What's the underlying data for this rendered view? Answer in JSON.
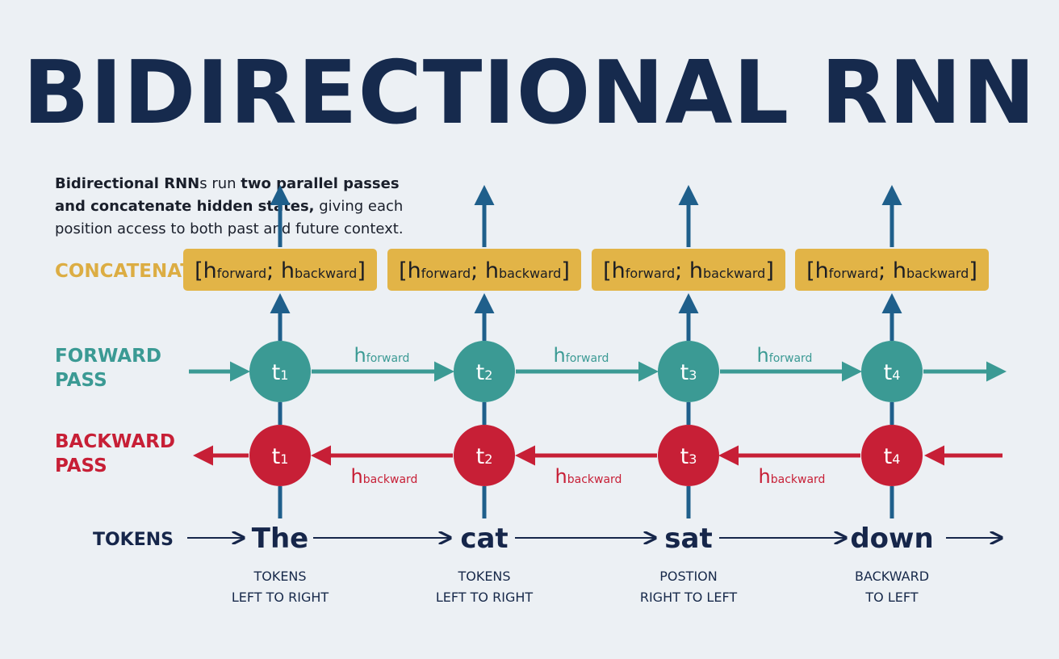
{
  "title": "BIDIRECTIONAL RNN",
  "intro": {
    "bold1": "Bidirectional RNN",
    "text1": "s run ",
    "bold2": "two parallel passes",
    "bold3": "and concatenate hidden states,",
    "text2": " giving each",
    "text3": "position access to both past and future context."
  },
  "labels": {
    "concatenation": "CONCATENATION",
    "forward_line1": "FORWARD",
    "forward_line2": "PASS",
    "backward_line1": "BACKWARD",
    "backward_line2": "PASS",
    "tokens": "TOKENS"
  },
  "concat": {
    "open": "[h",
    "forward_sub": "forward",
    "sep": "; h",
    "backward_sub": "backward",
    "close": "]"
  },
  "forward_state": {
    "base": "h",
    "sub": "forward"
  },
  "backward_state": {
    "base": "h",
    "sub": "backward"
  },
  "timesteps": [
    {
      "base": "t",
      "sub": "1"
    },
    {
      "base": "t",
      "sub": "2"
    },
    {
      "base": "t",
      "sub": "3"
    },
    {
      "base": "t",
      "sub": "4"
    }
  ],
  "tokens": [
    "The",
    "cat",
    "sat",
    "down"
  ],
  "captions": [
    [
      "TOKENS",
      "LEFT TO RIGHT"
    ],
    [
      "TOKENS",
      "LEFT TO RIGHT"
    ],
    [
      "POSTION",
      "RIGHT TO LEFT"
    ],
    [
      "BACKWARD",
      "TO LEFT"
    ]
  ],
  "colors": {
    "title": "#162a4d",
    "forward": "#3b9a94",
    "backward": "#c71f36",
    "concat": "#e2b447",
    "concat_label": "#dcad43",
    "vertical": "#1f5f8b",
    "tokens": "#16264a"
  }
}
